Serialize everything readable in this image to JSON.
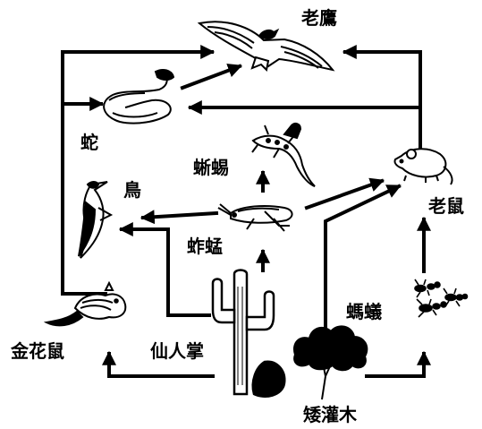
{
  "labels": {
    "eagle": "老鷹",
    "snake": "蛇",
    "lizard": "蜥蜴",
    "bird": "鳥",
    "grasshopper": "蚱蜢",
    "mouse": "老鼠",
    "ant": "螞蟻",
    "chipmunk": "金花鼠",
    "cactus": "仙人掌",
    "shrub": "矮灌木"
  }
}
